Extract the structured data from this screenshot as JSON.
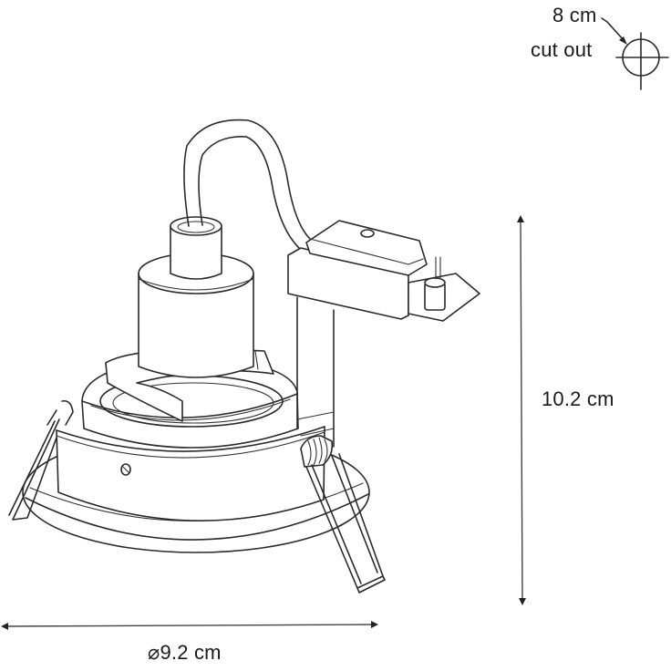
{
  "diagram": {
    "subject": "recessed spotlight fitting with spring clips, lamp holder and driver box",
    "line_color": "#2a2a2a",
    "background": "#ffffff"
  },
  "cutout": {
    "size_label": "8 cm",
    "text": "cut out",
    "icon": "crosshair-circle-icon"
  },
  "dimensions": {
    "height": "10.2 cm",
    "diameter": "⌀9.2 cm"
  }
}
